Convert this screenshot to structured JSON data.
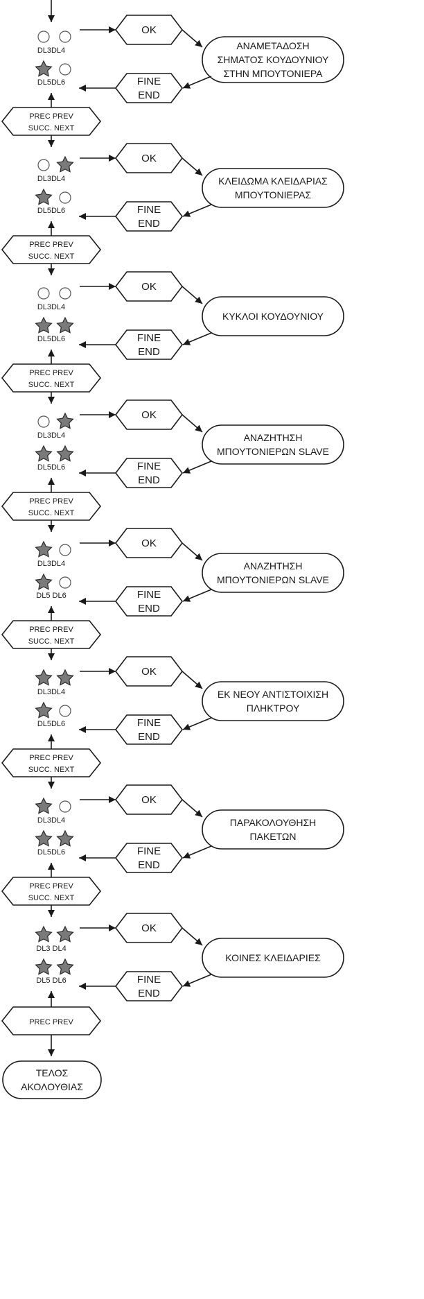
{
  "ok_label": "OK",
  "fine_end_label": [
    "FINE",
    "END"
  ],
  "prec_succ_label": [
    "PREC PREV",
    "SUCC. NEXT"
  ],
  "prec_label": "PREC PREV",
  "end_label": [
    "ΤΕΛΟΣ",
    "ΑΚΟΛΟΥΘΙΑΣ"
  ],
  "colors": {
    "stroke": "#1a1a1a",
    "led_on": "#7a7a7a",
    "led_off": "#ffffff"
  },
  "steps": [
    {
      "leds": {
        "dl3": "off",
        "dl4": "off",
        "dl5": "on",
        "dl6": "off"
      },
      "led_labels": [
        "DL3DL4",
        "DL5DL6"
      ],
      "action": [
        "ΑΝΑΜΕΤΑΔΟΣΗ",
        "ΣΗΜΑΤΟΣ ΚΟΥΔΟΥΝΙΟΥ",
        "ΣΤΗΝ ΜΠΟΥΤΟΝΙΕΡΑ"
      ]
    },
    {
      "leds": {
        "dl3": "off",
        "dl4": "on",
        "dl5": "on",
        "dl6": "off"
      },
      "led_labels": [
        "DL3DL4",
        "DL5DL6"
      ],
      "action": [
        "ΚΛΕΙΔΩΜΑ ΚΛΕΙΔΑΡΙΑΣ",
        "ΜΠΟΥΤΟΝΙΕΡΑΣ"
      ]
    },
    {
      "leds": {
        "dl3": "off",
        "dl4": "off",
        "dl5": "on",
        "dl6": "on"
      },
      "led_labels": [
        "DL3DL4",
        "DL5DL6"
      ],
      "action": [
        "ΚΥΚΛΟΙ ΚΟΥΔΟΥΝΙΟΥ"
      ]
    },
    {
      "leds": {
        "dl3": "off",
        "dl4": "on",
        "dl5": "on",
        "dl6": "on"
      },
      "led_labels": [
        "DL3DL4",
        "DL5DL6"
      ],
      "action": [
        "ΑΝΑΖΗΤΗΣΗ",
        "ΜΠΟΥΤΟΝΙΕΡΩΝ SLAVE"
      ]
    },
    {
      "leds": {
        "dl3": "on",
        "dl4": "off",
        "dl5": "on",
        "dl6": "off"
      },
      "led_labels": [
        "DL3DL4",
        "DL5  DL6"
      ],
      "action": [
        "ΑΝΑΖΗΤΗΣΗ",
        "ΜΠΟΥΤΟΝΙΕΡΩΝ SLAVE"
      ]
    },
    {
      "leds": {
        "dl3": "on",
        "dl4": "on",
        "dl5": "on",
        "dl6": "off"
      },
      "led_labels": [
        "DL3DL4",
        "DL5DL6"
      ],
      "action": [
        "ΕΚ ΝΕΟΥ ΑΝΤΙΣΤΟΙΧΙΣΗ",
        "ΠΛΗΚΤΡΟΥ"
      ]
    },
    {
      "leds": {
        "dl3": "on",
        "dl4": "off",
        "dl5": "on",
        "dl6": "on"
      },
      "led_labels": [
        "DL3DL4",
        "DL5DL6"
      ],
      "action": [
        "ΠΑΡΑΚΟΛΟΥΘΗΣΗ",
        "ΠΑΚΕΤΩΝ"
      ]
    },
    {
      "leds": {
        "dl3": "on",
        "dl4": "on",
        "dl5": "on",
        "dl6": "on"
      },
      "led_labels": [
        "DL3  DL4",
        "DL5  DL6"
      ],
      "action": [
        "ΚΟΙΝΕΣ ΚΛΕΙΔΑΡΙΕΣ"
      ]
    }
  ]
}
